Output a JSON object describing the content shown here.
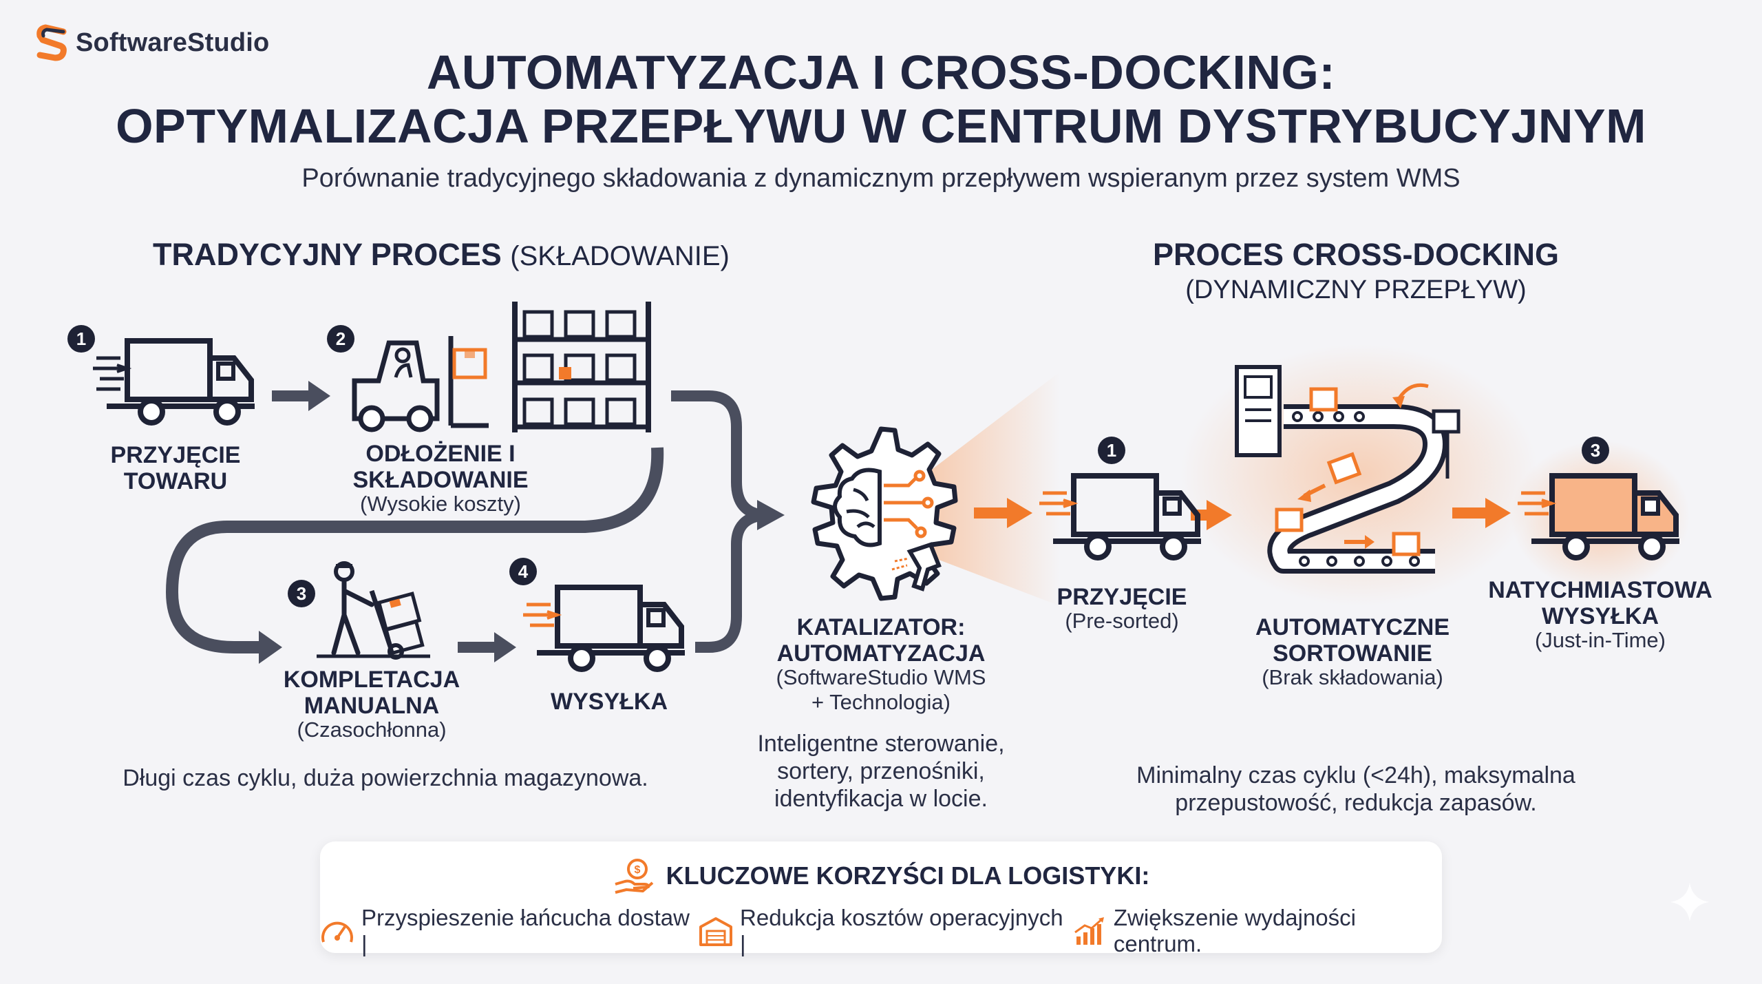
{
  "brand": {
    "name": "SoftwareStudio"
  },
  "header": {
    "title_line1": "AUTOMATYZACJA I CROSS-DOCKING:",
    "title_line2": "OPTYMALIZACJA PRZEPŁYWU W CENTRUM DYSTRYBUCYJNYM",
    "subtitle": "Porównanie tradycyjnego składowania z dynamicznym przepływem wspieranym przez system WMS"
  },
  "traditional": {
    "heading_bold": "TRADYCYJNY PROCES",
    "heading_light": "(SKŁADOWANIE)",
    "steps": [
      {
        "num": "1",
        "line1": "PRZYJĘCIE",
        "line2": "TOWARU",
        "note": ""
      },
      {
        "num": "2",
        "line1": "ODŁOŻENIE I",
        "line2": "SKŁADOWANIE",
        "note": "(Wysokie koszty)"
      },
      {
        "num": "3",
        "line1": "KOMPLETACJA",
        "line2": "MANUALNA",
        "note": "(Czasochłonna)"
      },
      {
        "num": "4",
        "line1": "WYSYŁKA",
        "line2": "",
        "note": ""
      }
    ],
    "summary": "Długi czas cyklu, duża powierzchnia magazynowa."
  },
  "catalyst": {
    "line1": "KATALIZATOR:",
    "line2": "AUTOMATYZACJA",
    "note1": "(SoftwareStudio WMS",
    "note2": "+ Technologia)",
    "desc1": "Inteligentne sterowanie,",
    "desc2": "sortery, przenośniki,",
    "desc3": "identyfikacja w locie."
  },
  "crossdock": {
    "heading": "PROCES CROSS-DOCKING",
    "heading_sub": "(DYNAMICZNY PRZEPŁYW)",
    "steps": [
      {
        "num": "1",
        "line1": "PRZYJĘCIE",
        "line2": "",
        "note": "(Pre-sorted)"
      },
      {
        "num": "",
        "line1": "AUTOMATYCZNE",
        "line2": "SORTOWANIE",
        "note": "(Brak składowania)"
      },
      {
        "num": "3",
        "line1": "NATYCHMIASTOWA",
        "line2": "WYSYŁKA",
        "note": "(Just-in-Time)"
      }
    ],
    "summary1": "Minimalny czas cyklu (<24h), maksymalna",
    "summary2": "przepustowość, redukcja zapasów."
  },
  "benefits": {
    "title": "KLUCZOWE KORZYŚCI DLA LOGISTYKI:",
    "items": [
      {
        "icon": "speedometer-icon",
        "text": "Przyspieszenie łańcucha dostaw |"
      },
      {
        "icon": "warehouse-icon",
        "text": "Redukcja kosztów operacyjnych |"
      },
      {
        "icon": "growth-chart-icon",
        "text": "Zwiększenie wydajności centrum."
      }
    ]
  },
  "colors": {
    "accent": "#f27a2a",
    "dark": "#202640",
    "arrow": "#4a4e5e",
    "background": "#f4f4f7"
  }
}
